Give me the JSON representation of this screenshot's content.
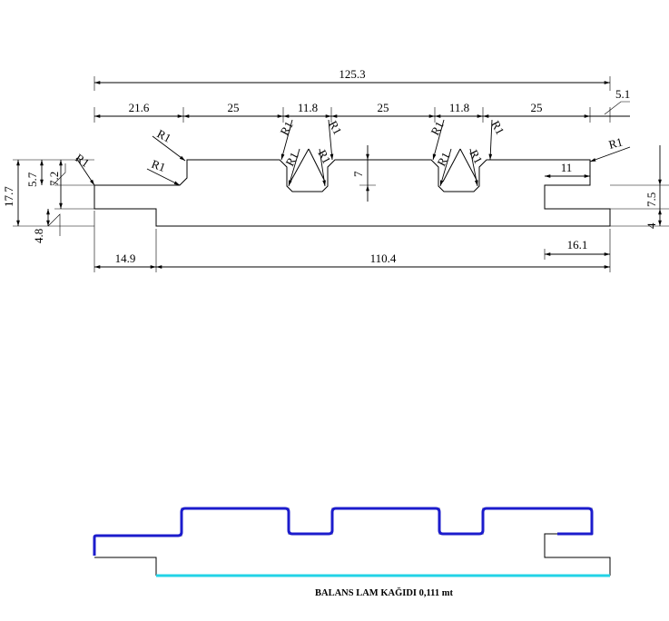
{
  "drawing": {
    "overall_width": "125.3",
    "top_segments": [
      "21.6",
      "25",
      "11.8",
      "25",
      "11.8",
      "25"
    ],
    "tongue_offset": "5.1",
    "radius_label": "R1",
    "groove_depth": "7",
    "right_notch": "11",
    "left_heights": [
      "17.7",
      "5.7",
      "7.2",
      "4.8"
    ],
    "right_heights": [
      "4",
      "7.5"
    ],
    "bottom_left": "14.9",
    "bottom_main": "110.4",
    "bottom_right": "16.1"
  },
  "colors": {
    "profile": "#1c1ccc",
    "balance": "#22d3e6"
  },
  "caption": "BALANS LAM KAĞIDI 0,111 mt"
}
